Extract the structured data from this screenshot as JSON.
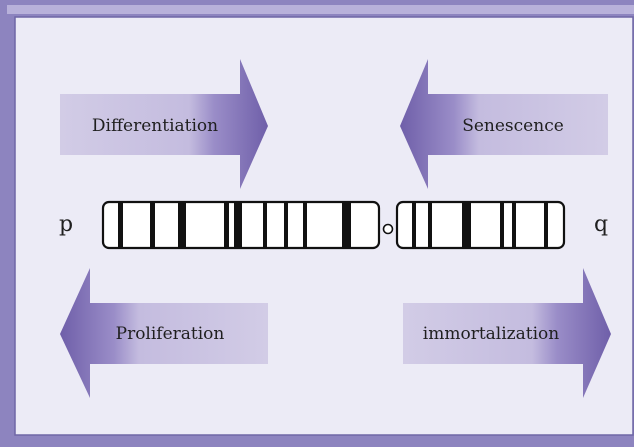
{
  "diagram": {
    "chromosome": {
      "p_arm_label": "p",
      "q_arm_label": "q"
    },
    "arrows": [
      {
        "id": "differentiation",
        "label": "Differentiation",
        "direction": "right"
      },
      {
        "id": "senescence",
        "label": "Senescence",
        "direction": "left"
      },
      {
        "id": "proliferation",
        "label": "Proliferation",
        "direction": "left"
      },
      {
        "id": "immortalization",
        "label": "immortalization",
        "direction": "right"
      }
    ],
    "colors": {
      "frame": "#8d84bf",
      "panel": "#ecebf6",
      "arrow_light": "#c9c2e1",
      "arrow_dark": "#7c6cb3",
      "band": "#111111"
    }
  }
}
